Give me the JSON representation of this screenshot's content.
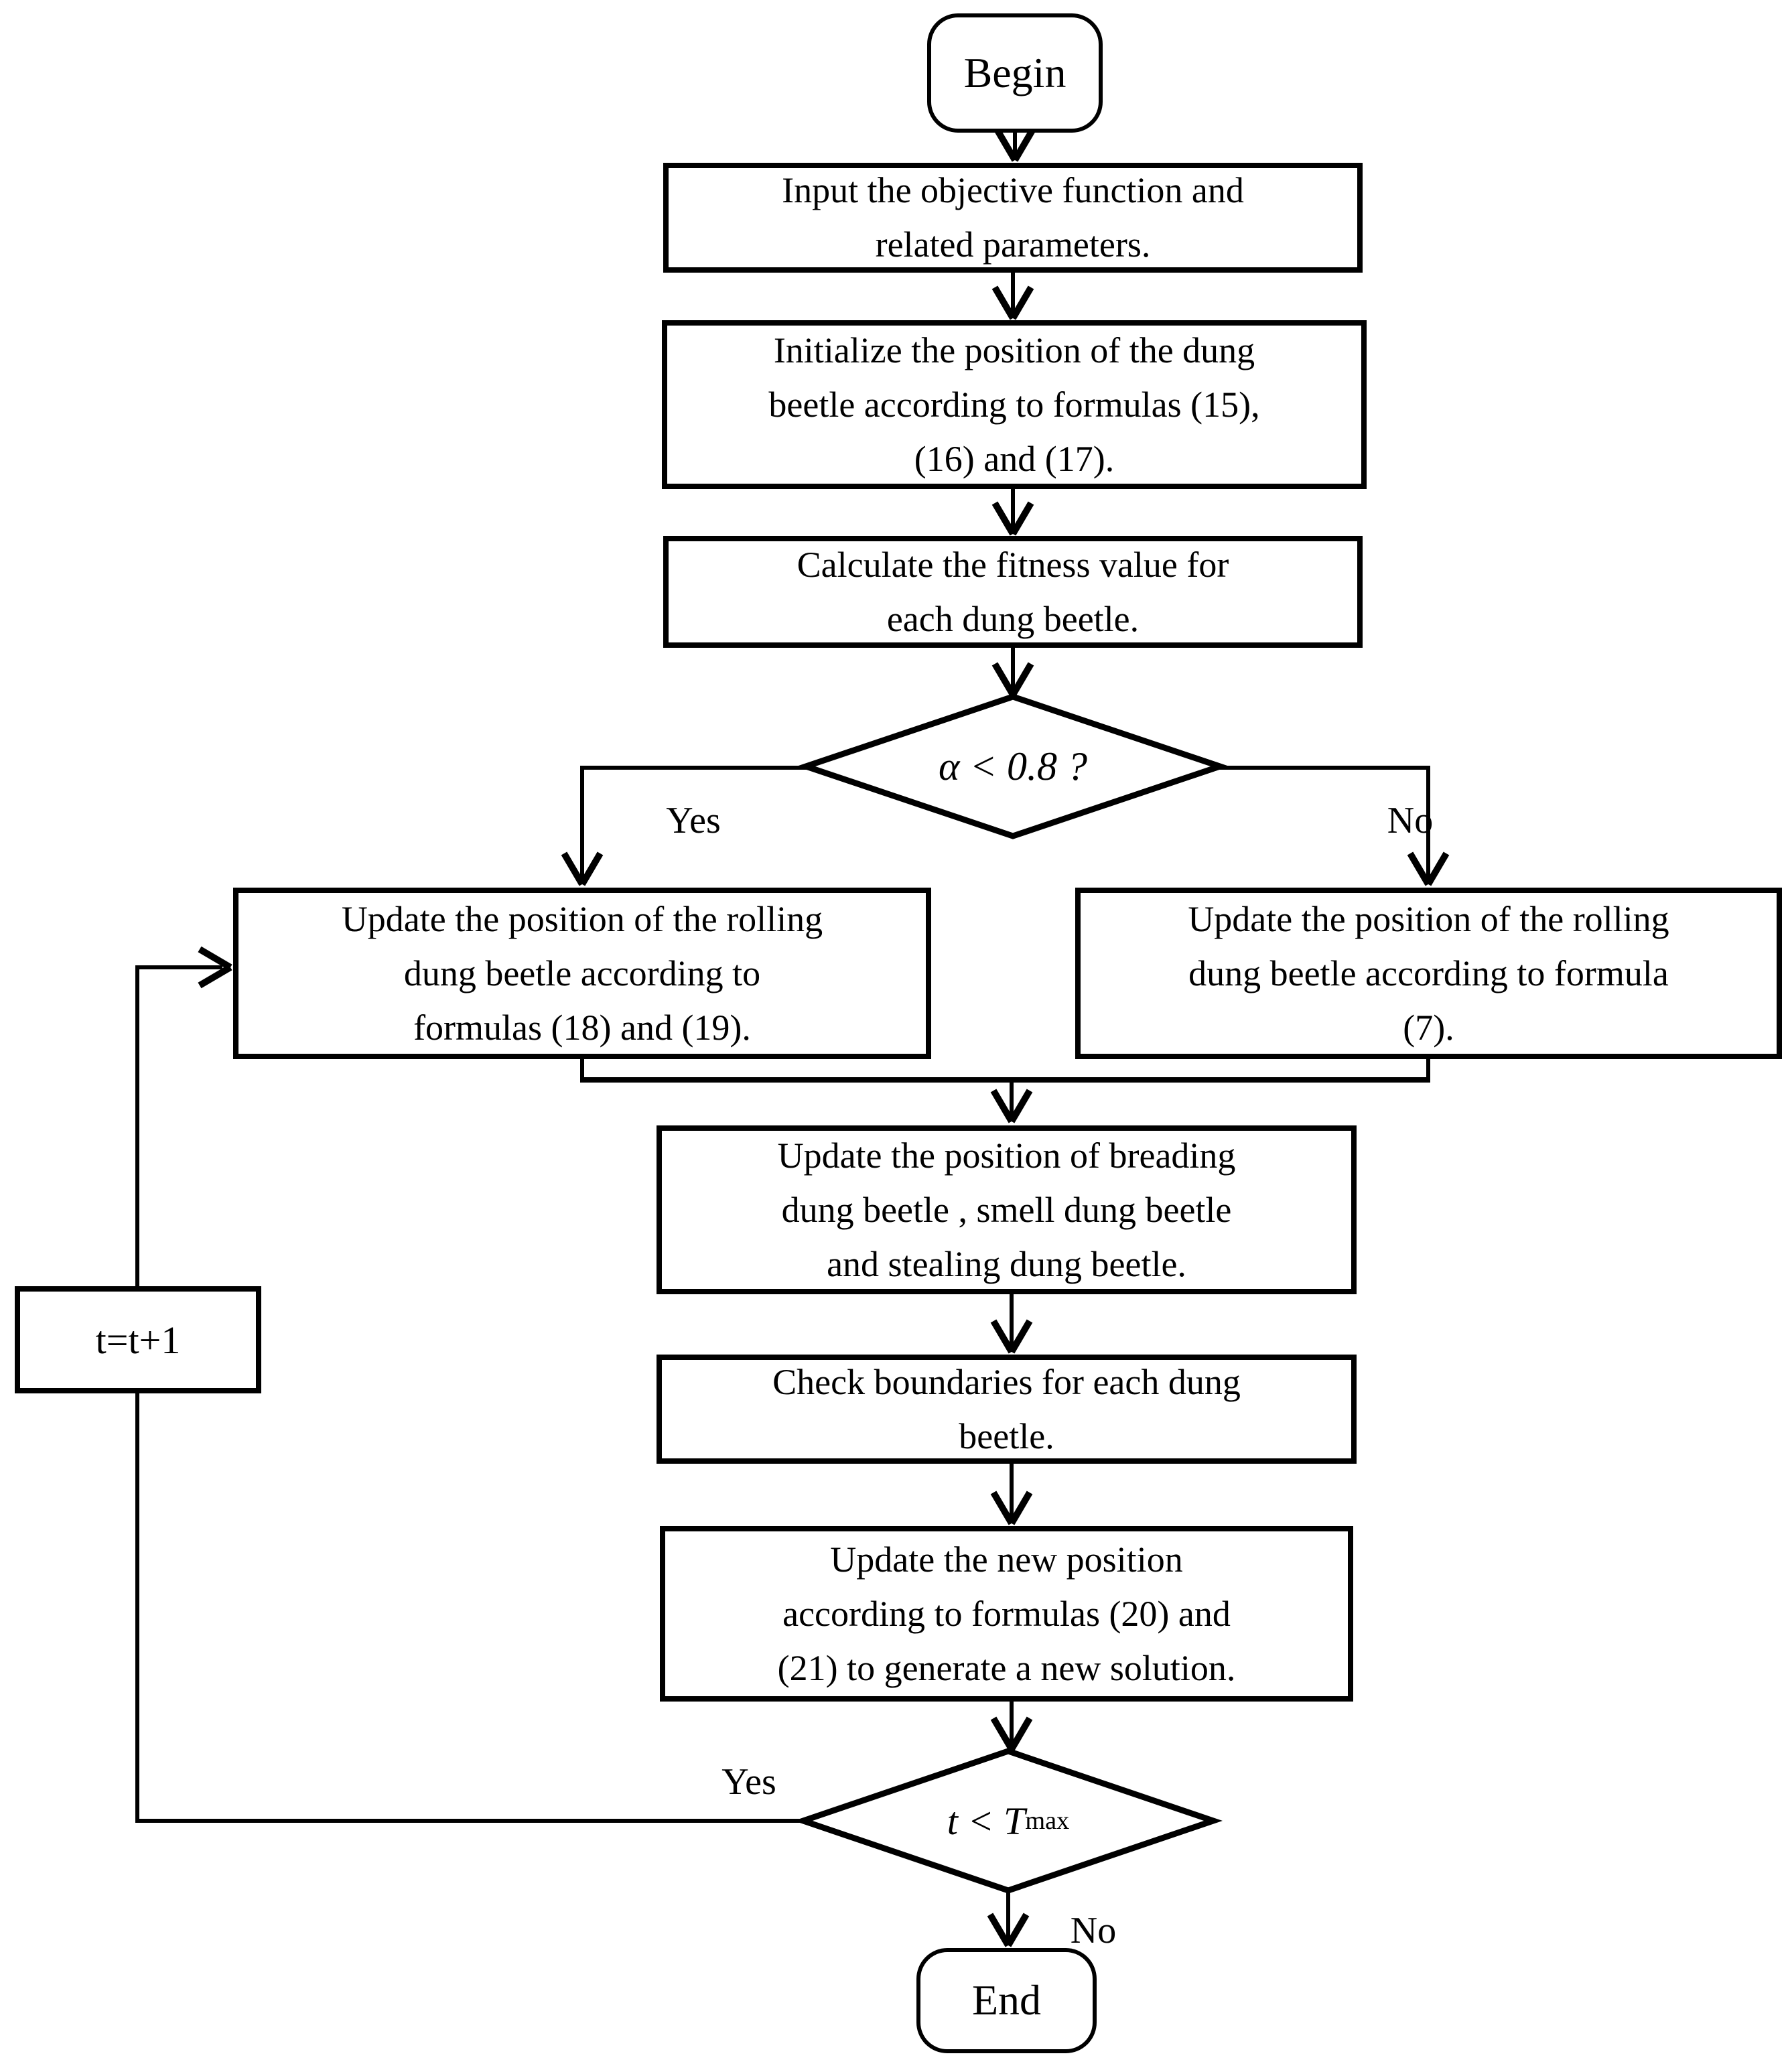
{
  "flowchart": {
    "background": "#ffffff",
    "stroke_color": "#000000",
    "nodes": {
      "begin": "Begin",
      "input": [
        "Input the objective function and",
        "related parameters."
      ],
      "initialize": [
        "Initialize the position of the dung",
        "beetle according to formulas (15),",
        "(16) and (17)."
      ],
      "fitness": [
        "Calculate the fitness value for",
        "each dung beetle."
      ],
      "decision_alpha": "α < 0.8 ?",
      "roll_yes": [
        "Update the position of the rolling",
        "dung beetle according to",
        "formulas (18) and (19)."
      ],
      "roll_no": [
        "Update the position of the rolling",
        "dung beetle according to formula",
        "(7)."
      ],
      "breeding": [
        "Update the position of breading",
        "dung beetle , smell dung beetle",
        "and stealing dung beetle."
      ],
      "check": [
        "Check boundaries for each dung",
        "beetle."
      ],
      "new_position": [
        "Update the new position",
        "according to formulas (20) and",
        "(21) to generate a new solution."
      ],
      "decision_t_main": "t < T",
      "decision_t_sub": "max",
      "increment": "t=t+1",
      "end": "End"
    },
    "edge_labels": {
      "alpha_yes": "Yes",
      "alpha_no": "No",
      "t_yes": "Yes",
      "t_no": "No"
    }
  }
}
